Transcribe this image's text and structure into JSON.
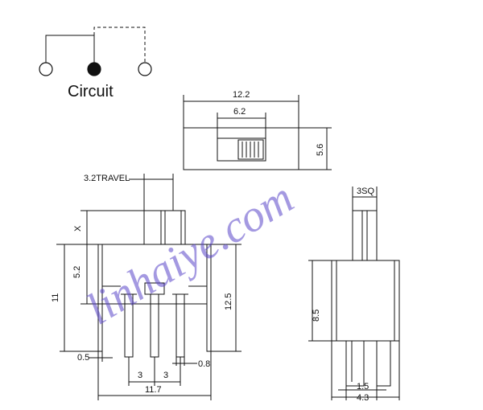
{
  "circuit": {
    "label": "Circuit"
  },
  "dimensions": {
    "top_width": "12.2",
    "top_slot_width": "6.2",
    "top_height": "5.6",
    "travel": "3.2TRAVEL",
    "x": "X",
    "height_52": "5.2",
    "height_11": "11",
    "height_125": "12.5",
    "pin_thickness": "0.5",
    "pin_pitch_left": "3",
    "pin_pitch_right": "3",
    "pin_width": "0.8",
    "body_width": "11.7",
    "knob_sq": "3SQ",
    "side_height": "8.5",
    "side_pin": "1.5",
    "side_width": "4.3"
  },
  "watermark": "linhaiye.com",
  "colors": {
    "line": "#111111",
    "watermark": "#5a46c8"
  }
}
